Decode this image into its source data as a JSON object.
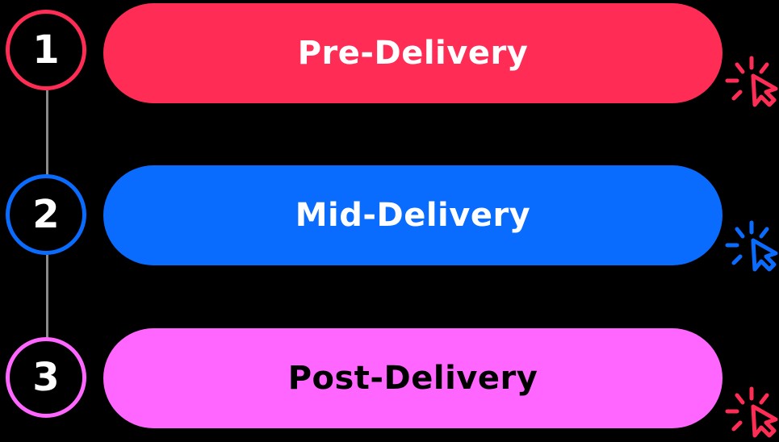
{
  "steps": [
    {
      "number": "1",
      "label": "Pre-Delivery",
      "color": "#ff2d55",
      "text_color": "#ffffff",
      "icon": "click-cursor-icon"
    },
    {
      "number": "2",
      "label": "Mid-Delivery",
      "color": "#0a6cff",
      "text_color": "#ffffff",
      "icon": "click-cursor-icon"
    },
    {
      "number": "3",
      "label": "Post-Delivery",
      "color": "#ff66ff",
      "text_color": "#000000",
      "icon": "click-cursor-icon"
    }
  ],
  "colors": {
    "background": "#000000",
    "connector": "#8a8a8a",
    "icon_accent": "#ff2d55"
  }
}
